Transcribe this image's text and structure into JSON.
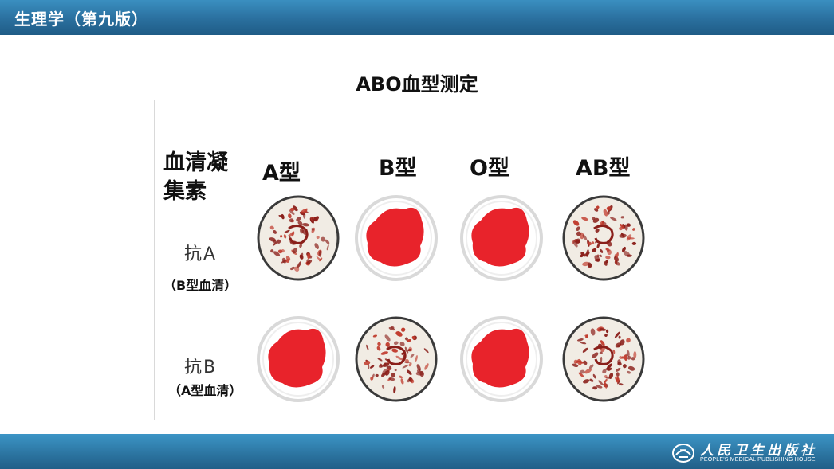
{
  "header": {
    "book_title": "生理学（第九版）"
  },
  "slide": {
    "title": "ABO血型测定"
  },
  "figure": {
    "row_header": [
      "血清凝",
      "集素"
    ],
    "columns": [
      "A型",
      "B型",
      "O型",
      "AB型"
    ],
    "rows": [
      {
        "antibody": "抗A",
        "serum": "（B型血清）",
        "results": [
          "agglutinated",
          "uniform",
          "uniform",
          "agglutinated"
        ]
      },
      {
        "antibody": "抗B",
        "serum": "（A型血清）",
        "results": [
          "uniform",
          "agglutinated",
          "uniform",
          "agglutinated"
        ]
      }
    ],
    "colors": {
      "blood": "#e8232b",
      "clump": "#8a1f1a",
      "well_bg": "#f1ece4",
      "well_ring": "#d9d9d9"
    }
  },
  "footer": {
    "publisher_cn": "人民卫生出版社",
    "publisher_en": "PEOPLE'S MEDICAL PUBLISHING HOUSE",
    "logo_icon": "publisher-logo-icon"
  }
}
